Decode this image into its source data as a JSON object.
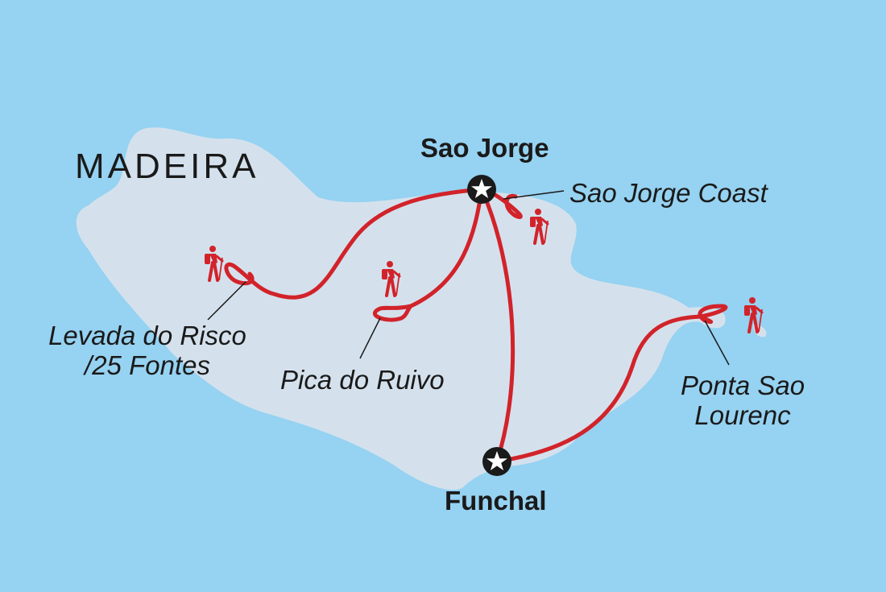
{
  "map": {
    "colors": {
      "sea": "#96d2f1",
      "land": "#d4e1ed",
      "route": "#d2232a",
      "marker": "#1a1a1a"
    },
    "region_label": "MADEIRA",
    "cities": [
      {
        "id": "sao-jorge",
        "name": "Sao Jorge"
      },
      {
        "id": "funchal",
        "name": "Funchal"
      }
    ],
    "sites": [
      {
        "id": "sao-jorge-coast",
        "name": "Sao Jorge Coast",
        "icon": "hiker-icon"
      },
      {
        "id": "levada-do-risco",
        "name": "Levada do Risco",
        "name_line2": "/25 Fontes",
        "icon": "hiker-icon"
      },
      {
        "id": "pica-do-ruivo",
        "name": "Pica do Ruivo",
        "icon": "hiker-icon"
      },
      {
        "id": "ponta-sao-lourenc",
        "name": "Ponta Sao",
        "name_line2": "Lourenc",
        "icon": "hiker-icon"
      }
    ]
  }
}
